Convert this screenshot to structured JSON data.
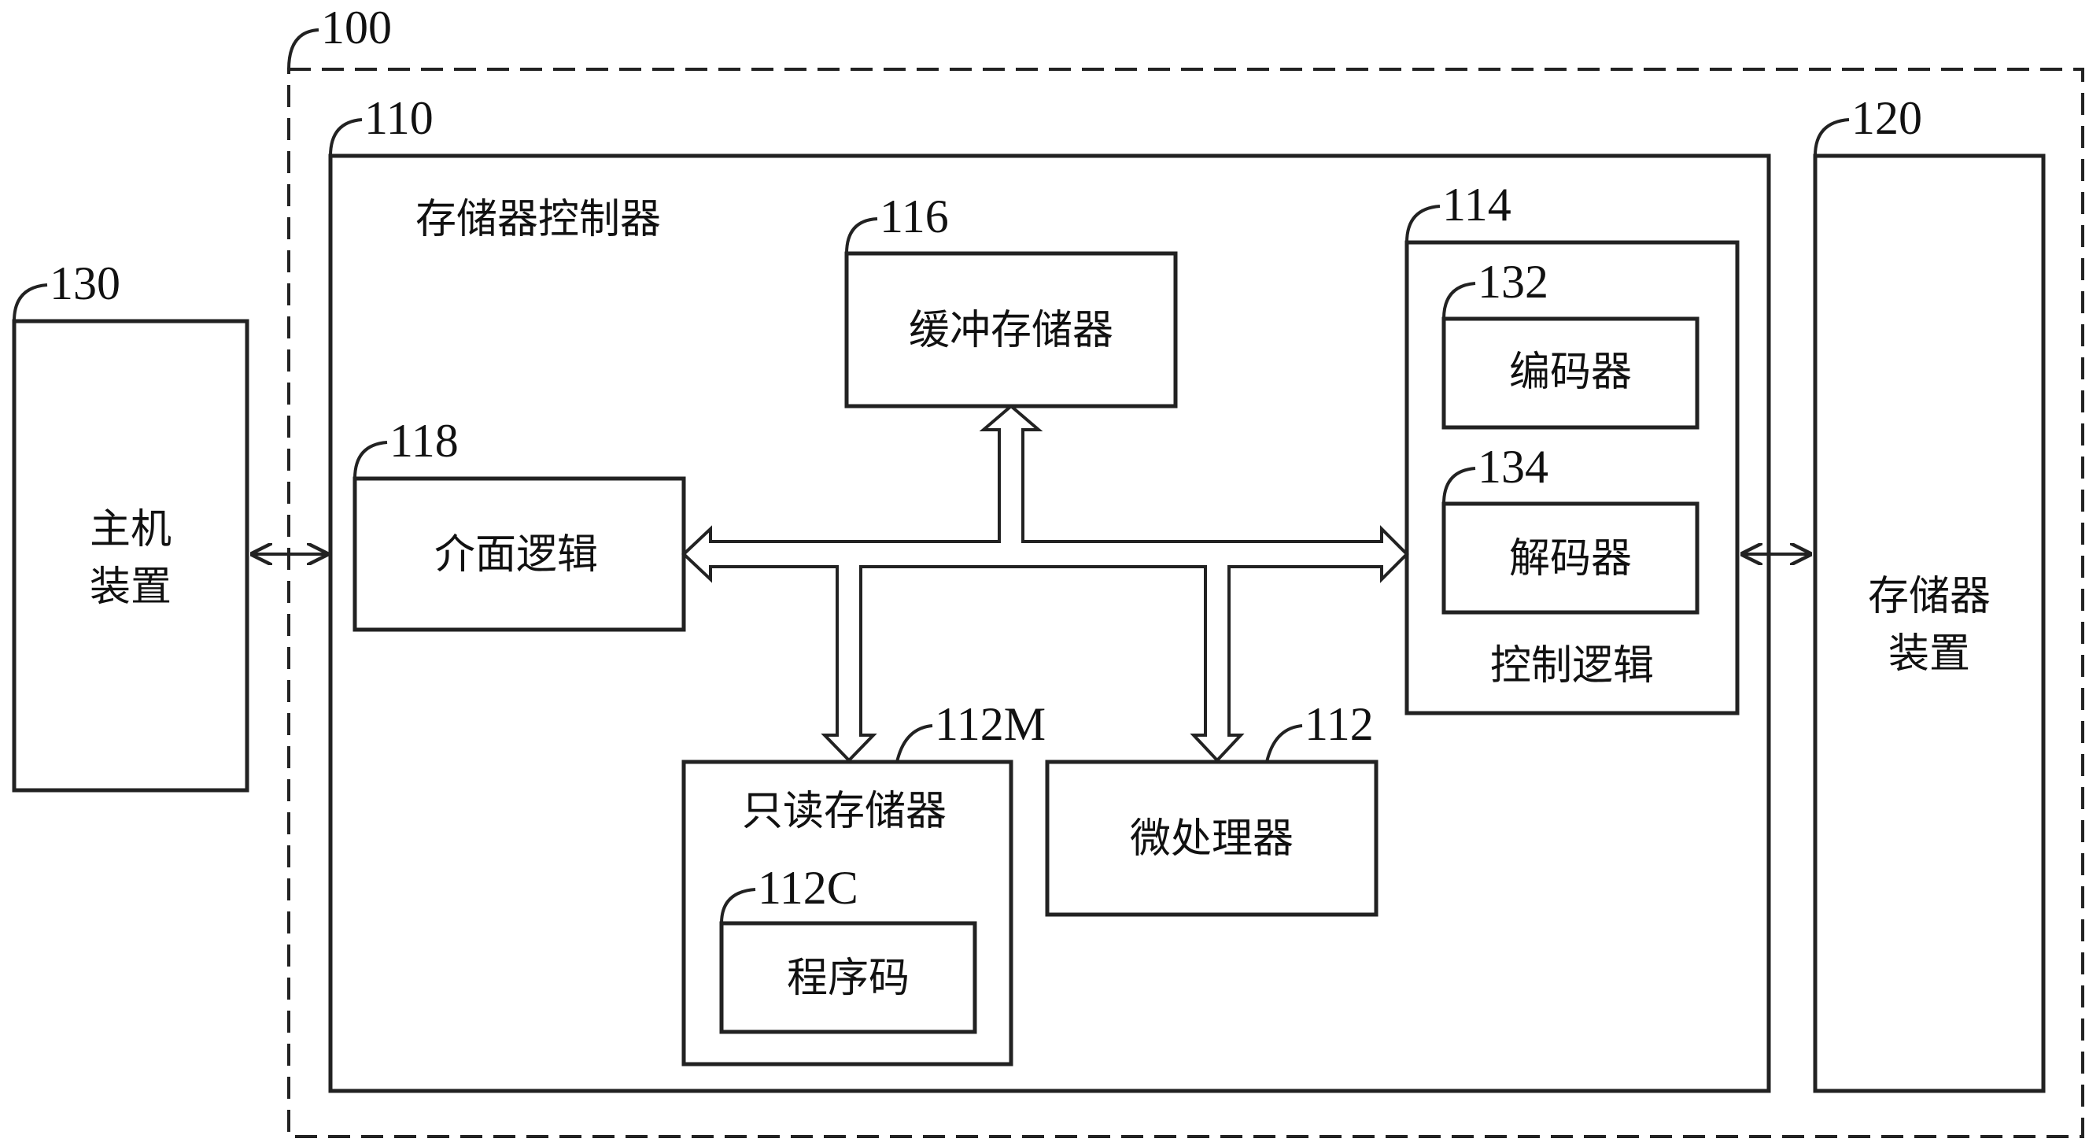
{
  "diagram": {
    "system": {
      "ref": "100"
    },
    "controller": {
      "ref": "110",
      "label": "存储器控制器"
    },
    "buffer": {
      "ref": "116",
      "label": "缓冲存储器"
    },
    "control_logic": {
      "ref": "114",
      "label": "控制逻辑"
    },
    "encoder": {
      "ref": "132",
      "label": "编码器"
    },
    "decoder": {
      "ref": "134",
      "label": "解码器"
    },
    "interface": {
      "ref": "118",
      "label": "介面逻辑"
    },
    "rom": {
      "ref": "112M",
      "label": "只读存储器"
    },
    "program_code": {
      "ref": "112C",
      "label": "程序码"
    },
    "microprocessor": {
      "ref": "112",
      "label": "微处理器"
    },
    "host": {
      "ref": "130",
      "label_line1": "主机",
      "label_line2": "装置"
    },
    "storage": {
      "ref": "120",
      "label_line1": "存储器",
      "label_line2": "装置"
    }
  }
}
